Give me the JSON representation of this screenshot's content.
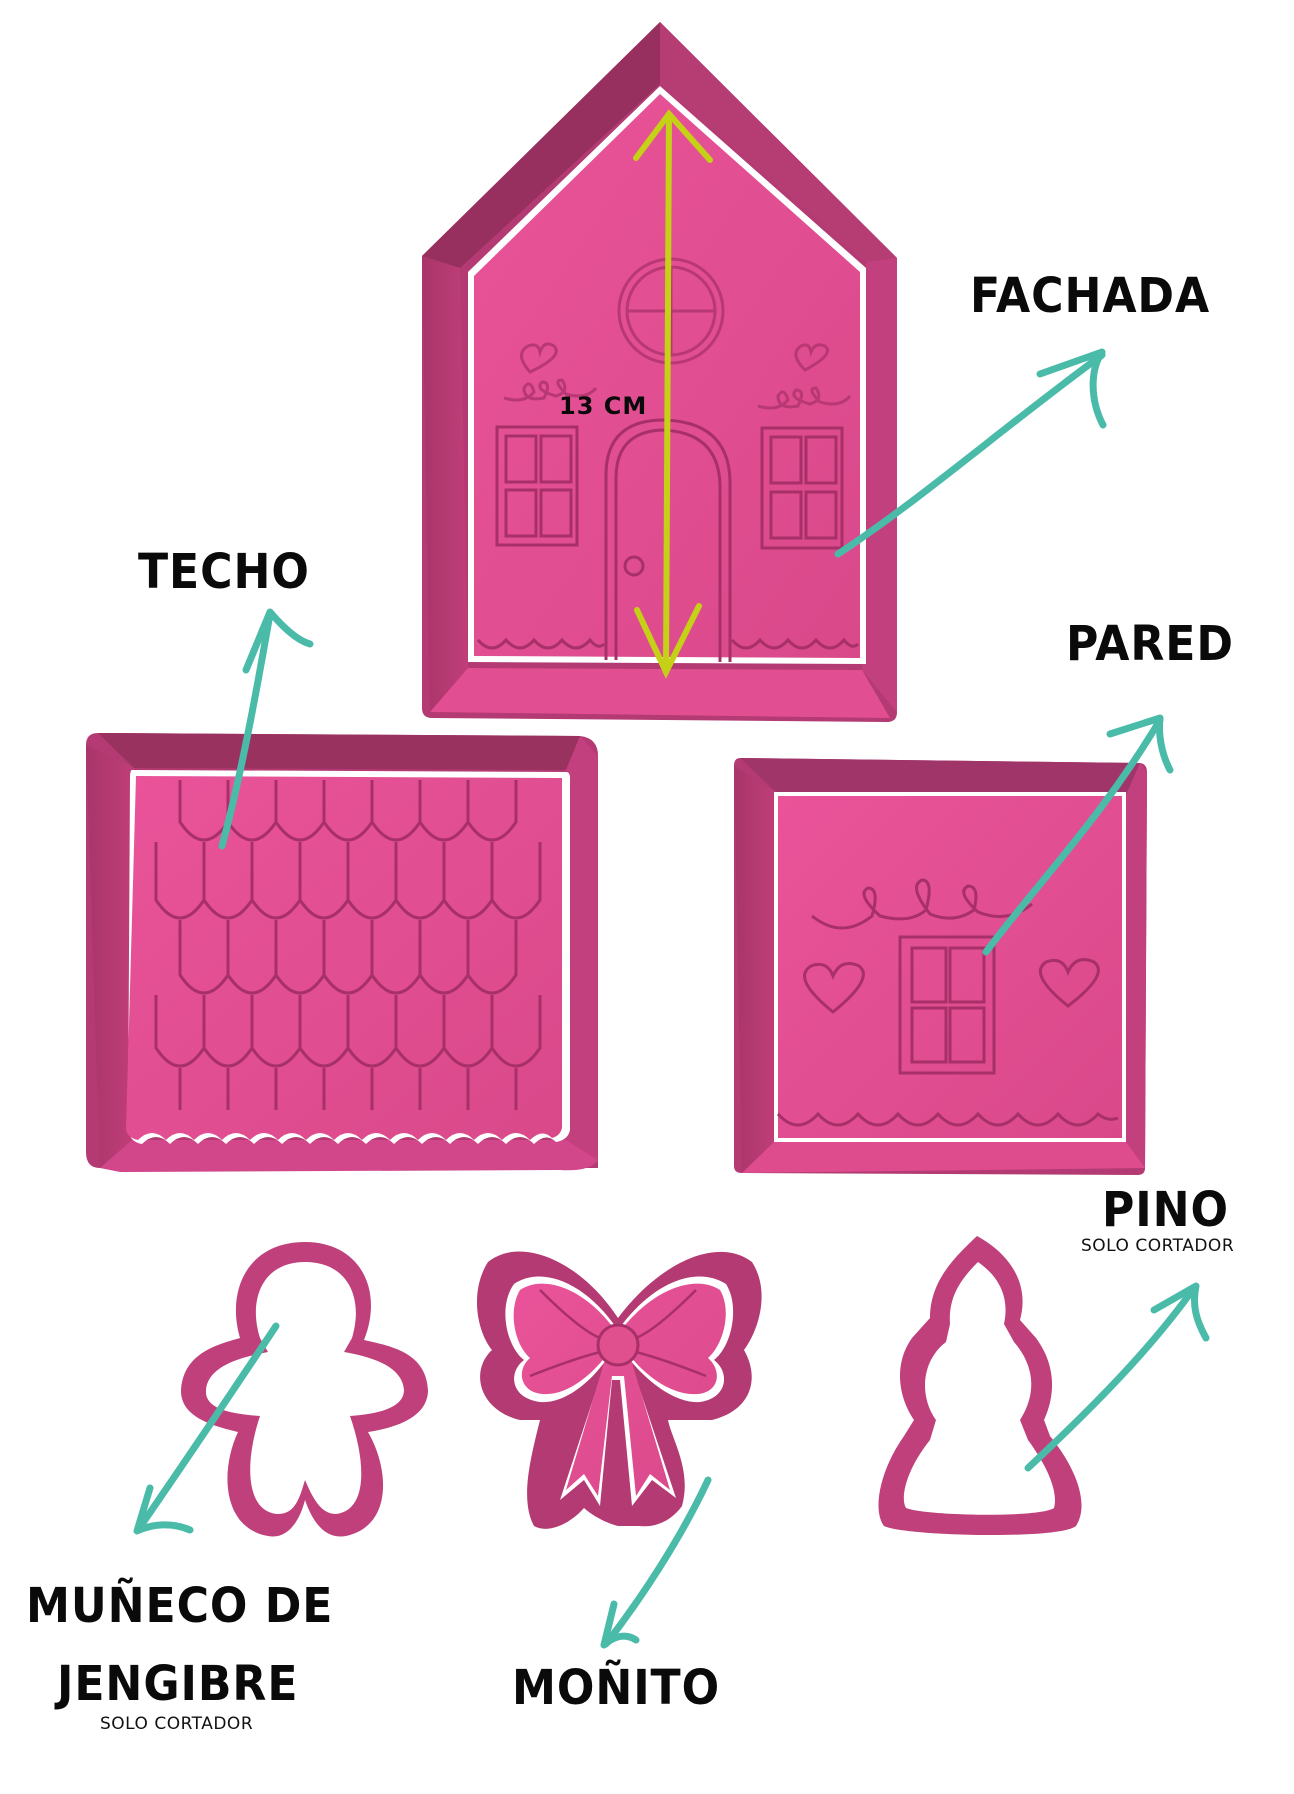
{
  "colors": {
    "pink_face": "#E24E92",
    "pink_wall_dark": "#97305E",
    "pink_wall_mid": "#B63C74",
    "pink_detail": "#C2407E",
    "outline_white": "#FFFFFF",
    "arrow_teal": "#4BBBA9",
    "measure_lime": "#C5D116",
    "text": "#0A0A0A"
  },
  "pieces": {
    "fachada": {
      "label": "FACHADA",
      "note": ""
    },
    "techo": {
      "label": "TECHO",
      "note": ""
    },
    "pared": {
      "label": "PARED",
      "note": ""
    },
    "pino": {
      "label": "PINO",
      "note": "SOLO CORTADOR"
    },
    "muneco": {
      "label_line1": "MUÑECO DE",
      "label_line2": "JENGIBRE",
      "note": "SOLO CORTADOR"
    },
    "monito": {
      "label": "MOÑITO",
      "note": ""
    }
  },
  "measurement": {
    "label": "13 CM",
    "target": "fachada"
  }
}
